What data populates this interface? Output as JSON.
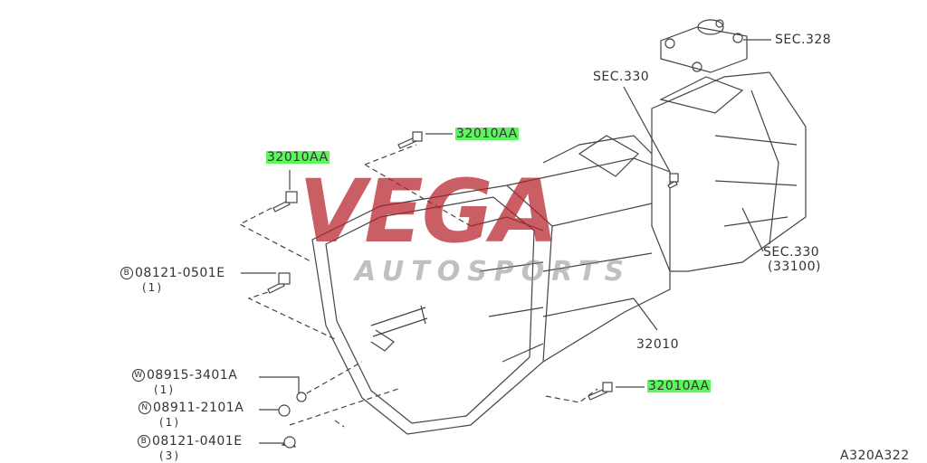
{
  "watermark": {
    "brand": "VEGA",
    "sub": "AUTOSPORTS",
    "brand_color": "#b4202a",
    "sub_color": "#9a9a9a"
  },
  "highlight_color": "#5df55d",
  "callouts": {
    "sec328": "SEC.328",
    "sec330_top": "SEC.330",
    "sec330_side": "SEC.330",
    "sec330_side_sub": "(33100)",
    "part_32010": "32010",
    "bolt_top": "32010AA",
    "bolt_left": "32010AA",
    "bolt_bottom": "32010AA"
  },
  "hardware": [
    {
      "symbol": "B",
      "part": "08121-0501E",
      "qty": "(1)"
    },
    {
      "symbol": "W",
      "part": "08915-3401A",
      "qty": "(1)"
    },
    {
      "symbol": "N",
      "part": "08911-2101A",
      "qty": "(1)"
    },
    {
      "symbol": "B",
      "part": "08121-0401E",
      "qty": "(3)"
    }
  ],
  "diagram_code": "A320A322"
}
